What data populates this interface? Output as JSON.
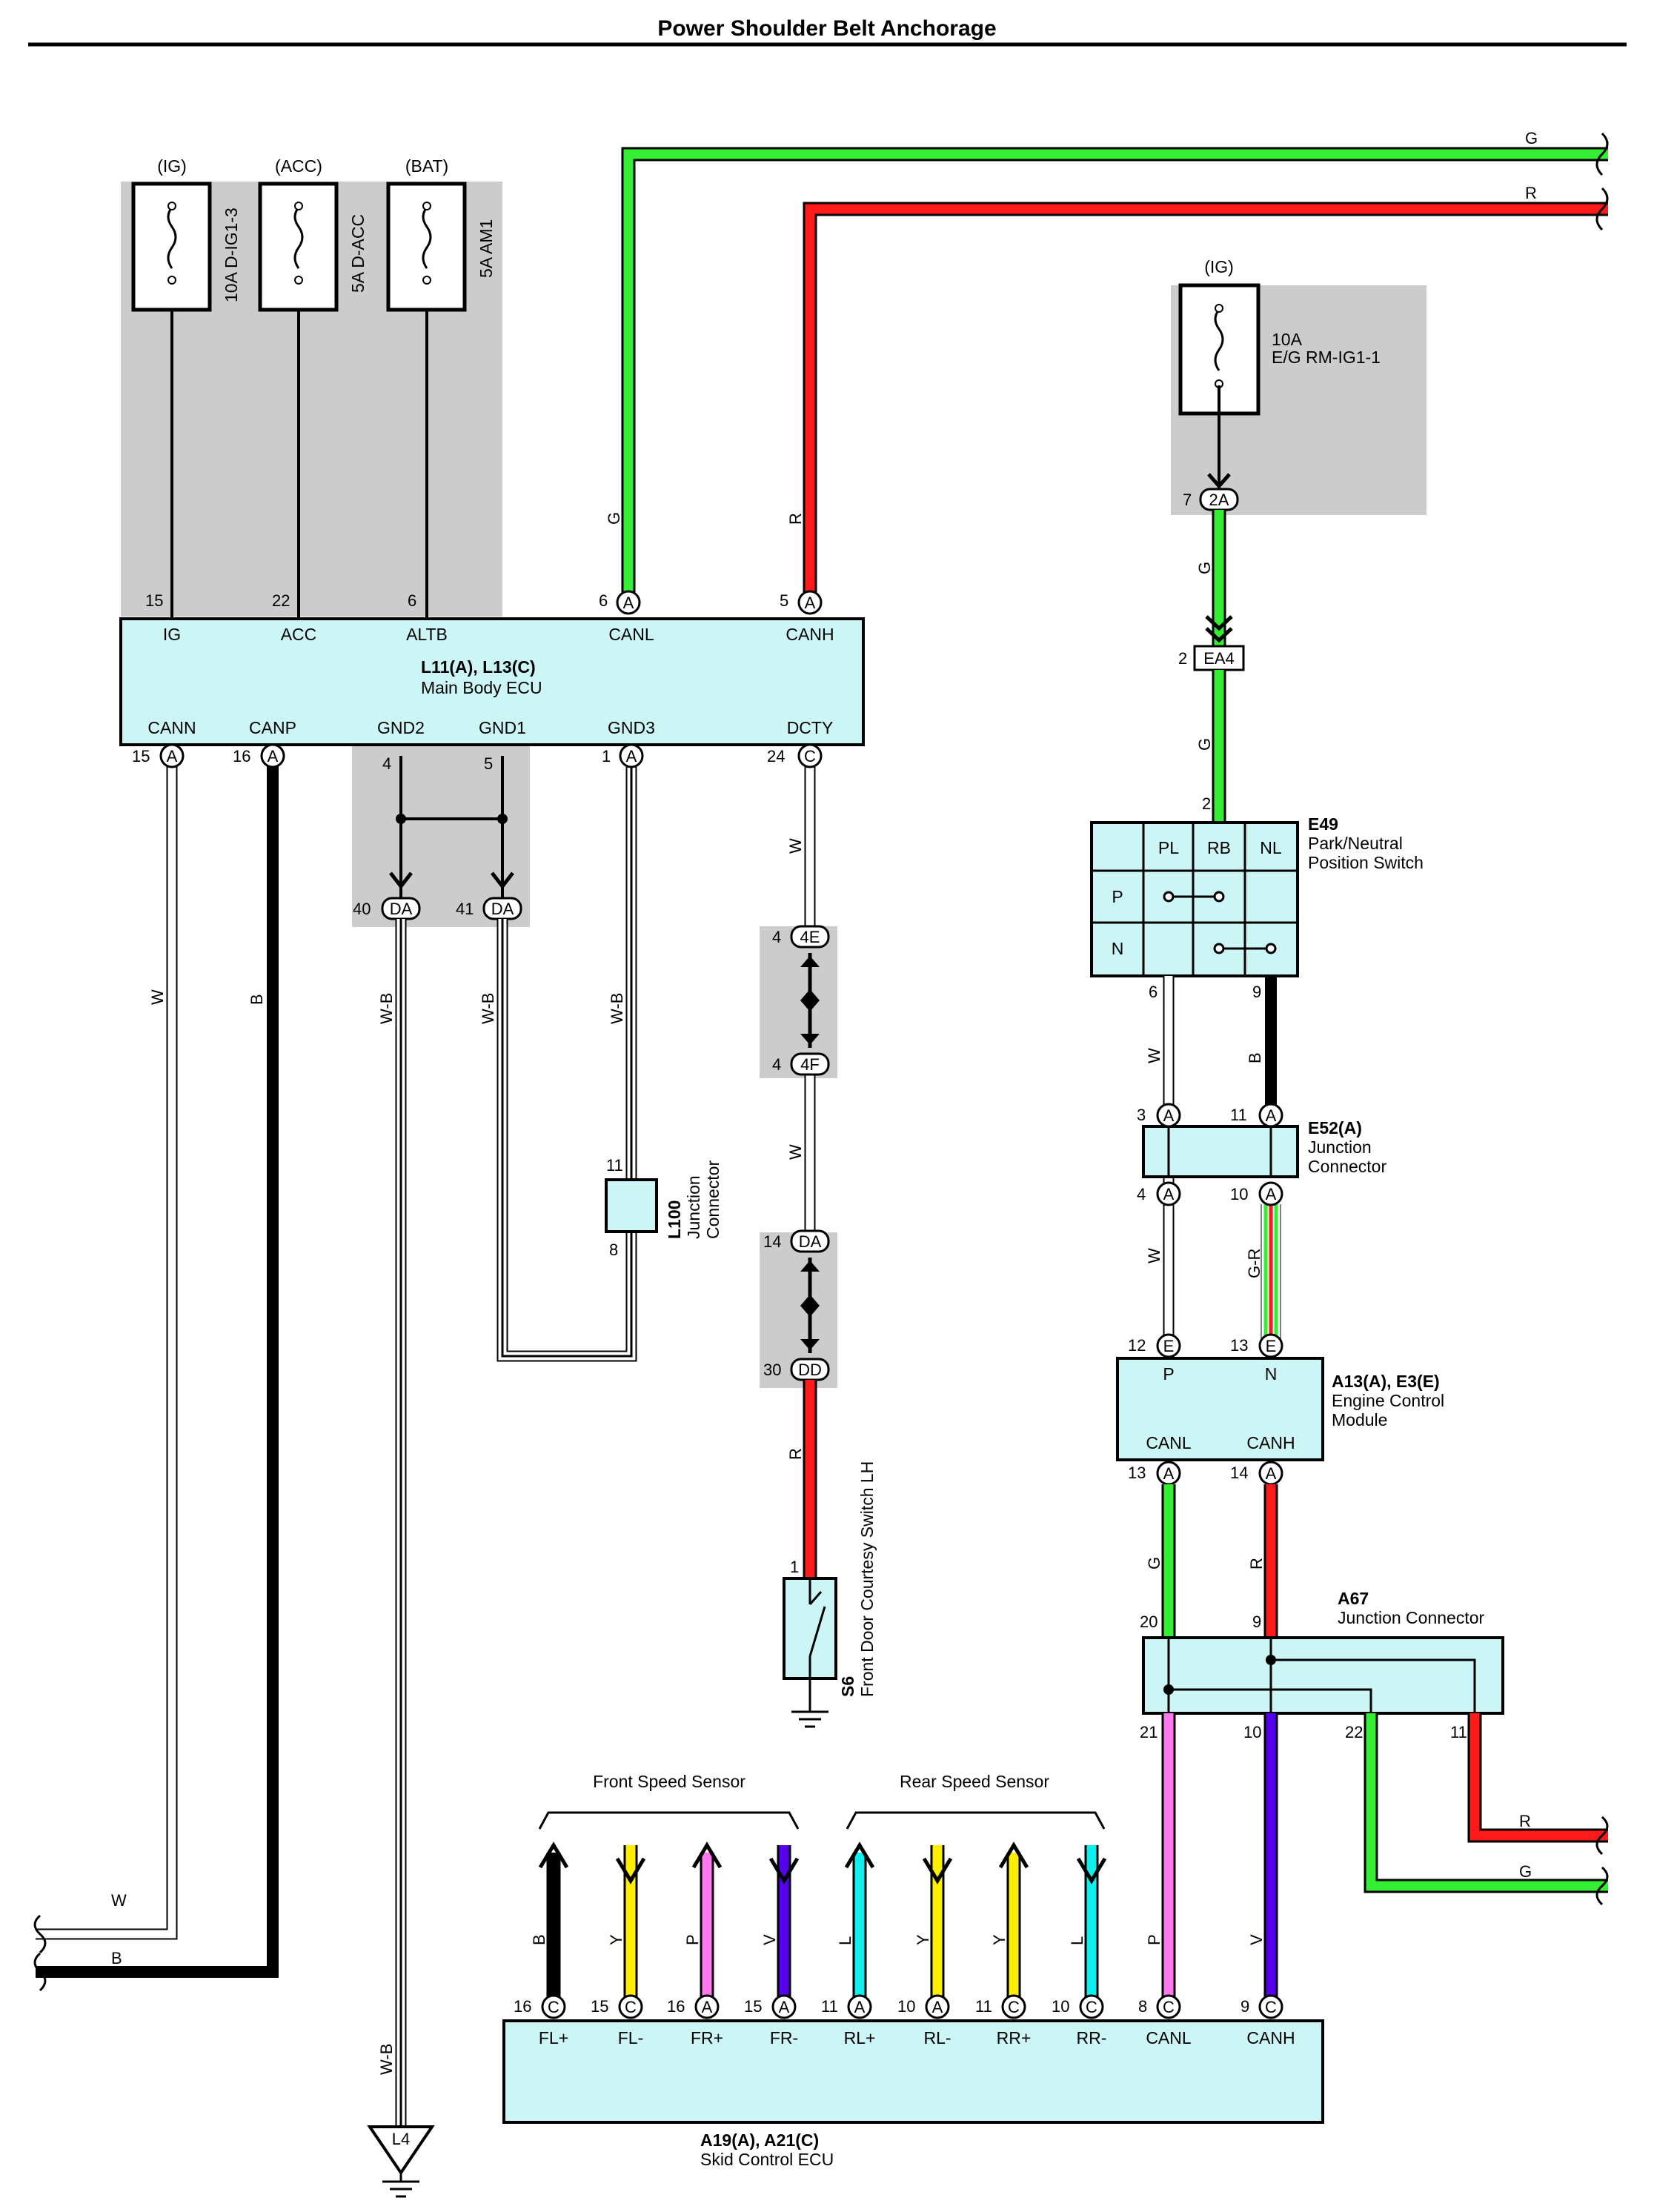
{
  "title": "Power Shoulder Belt Anchorage",
  "colors": {
    "G": "#33ee33",
    "R": "#ff1a1a",
    "B": "#000000",
    "W": "#ffffff",
    "Y": "#ffee00",
    "P": "#ff77ee",
    "V": "#5500ee",
    "L": "#11eeee",
    "shade": "#cccccc",
    "box": "#ccf5f5"
  },
  "fuses": {
    "ig": {
      "supply": "(IG)",
      "name": "10A D-IG1-3",
      "pin": "15"
    },
    "acc": {
      "supply": "(ACC)",
      "name": "5A D-ACC",
      "pin": "22"
    },
    "bat": {
      "supply": "(BAT)",
      "name": "5A AM1",
      "pin": "6"
    },
    "eg": {
      "supply": "(IG)",
      "amp": "10A",
      "name": "E/G RM-IG1-1",
      "pin": "7",
      "conn": "2A"
    }
  },
  "main_ecu": {
    "code": "L11(A), L13(C)",
    "name": "Main Body ECU",
    "top_terms": [
      "IG",
      "ACC",
      "ALTB",
      "CANL",
      "CANH"
    ],
    "bottom_terms": [
      "CANN",
      "CANP",
      "GND2",
      "GND1",
      "GND3",
      "DCTY"
    ],
    "top_pins": {
      "canl": "6",
      "canh": "5",
      "conn": "A"
    },
    "bottom_pins": {
      "cann": "15",
      "canp": "16",
      "gnd2": "4",
      "gnd1": "5",
      "gnd3": "1",
      "dcty": "24"
    },
    "letters": {
      "a": "A",
      "c": "C"
    }
  },
  "ground_pins": {
    "da40": "40",
    "da41": "41",
    "da": "DA"
  },
  "l100": {
    "code": "L100",
    "name1": "Junction",
    "name2": "Connector",
    "pin_top": "11",
    "pin_bottom": "8"
  },
  "l4": "L4",
  "junctions": {
    "p4e": "4",
    "c4e": "4E",
    "p4f": "4",
    "c4f": "4F",
    "p14": "14",
    "cda": "DA",
    "p30": "30",
    "cdd": "DD"
  },
  "s6": {
    "code": "S6",
    "name": "Front Door Courtesy Switch LH",
    "pin": "1"
  },
  "ea4": {
    "pin": "2",
    "code": "EA4"
  },
  "e49": {
    "code": "E49",
    "name1": "Park/Neutral",
    "name2": "Position Switch",
    "cols": [
      "PL",
      "RB",
      "NL"
    ],
    "rows": [
      "P",
      "N"
    ],
    "pin_in": "2",
    "pin_w": "6",
    "pin_b": "9"
  },
  "e52": {
    "code": "E52(A)",
    "name1": "Junction",
    "name2": "Connector",
    "pins": [
      "3",
      "11",
      "4",
      "10"
    ],
    "letter": "A"
  },
  "ecm": {
    "code": "A13(A), E3(E)",
    "name1": "Engine Control",
    "name2": "Module",
    "top_terms": [
      "P",
      "N"
    ],
    "bottom_terms": [
      "CANL",
      "CANH"
    ],
    "pins": [
      "12",
      "13",
      "13",
      "14"
    ],
    "letters": [
      "E",
      "A"
    ]
  },
  "a67": {
    "code": "A67",
    "name": "Junction Connector",
    "pins": [
      "20",
      "9",
      "21",
      "10",
      "22",
      "11"
    ]
  },
  "sensors": {
    "front": "Front Speed Sensor",
    "rear": "Rear Speed Sensor"
  },
  "skid_ecu": {
    "code": "A19(A), A21(C)",
    "name": "Skid Control ECU",
    "terms": [
      "FL+",
      "FL-",
      "FR+",
      "FR-",
      "RL+",
      "RL-",
      "RR+",
      "RR-",
      "CANL",
      "CANH"
    ],
    "pins": [
      "16",
      "15",
      "16",
      "15",
      "11",
      "10",
      "11",
      "10",
      "8",
      "9"
    ],
    "letters": [
      "C",
      "C",
      "A",
      "A",
      "A",
      "A",
      "C",
      "C",
      "C",
      "C"
    ]
  },
  "wire_colors": {
    "G": "G",
    "R": "R",
    "W": "W",
    "B": "B",
    "WB": "W-B",
    "GR": "G-R",
    "Y": "Y",
    "P": "P",
    "V": "V",
    "L": "L"
  }
}
